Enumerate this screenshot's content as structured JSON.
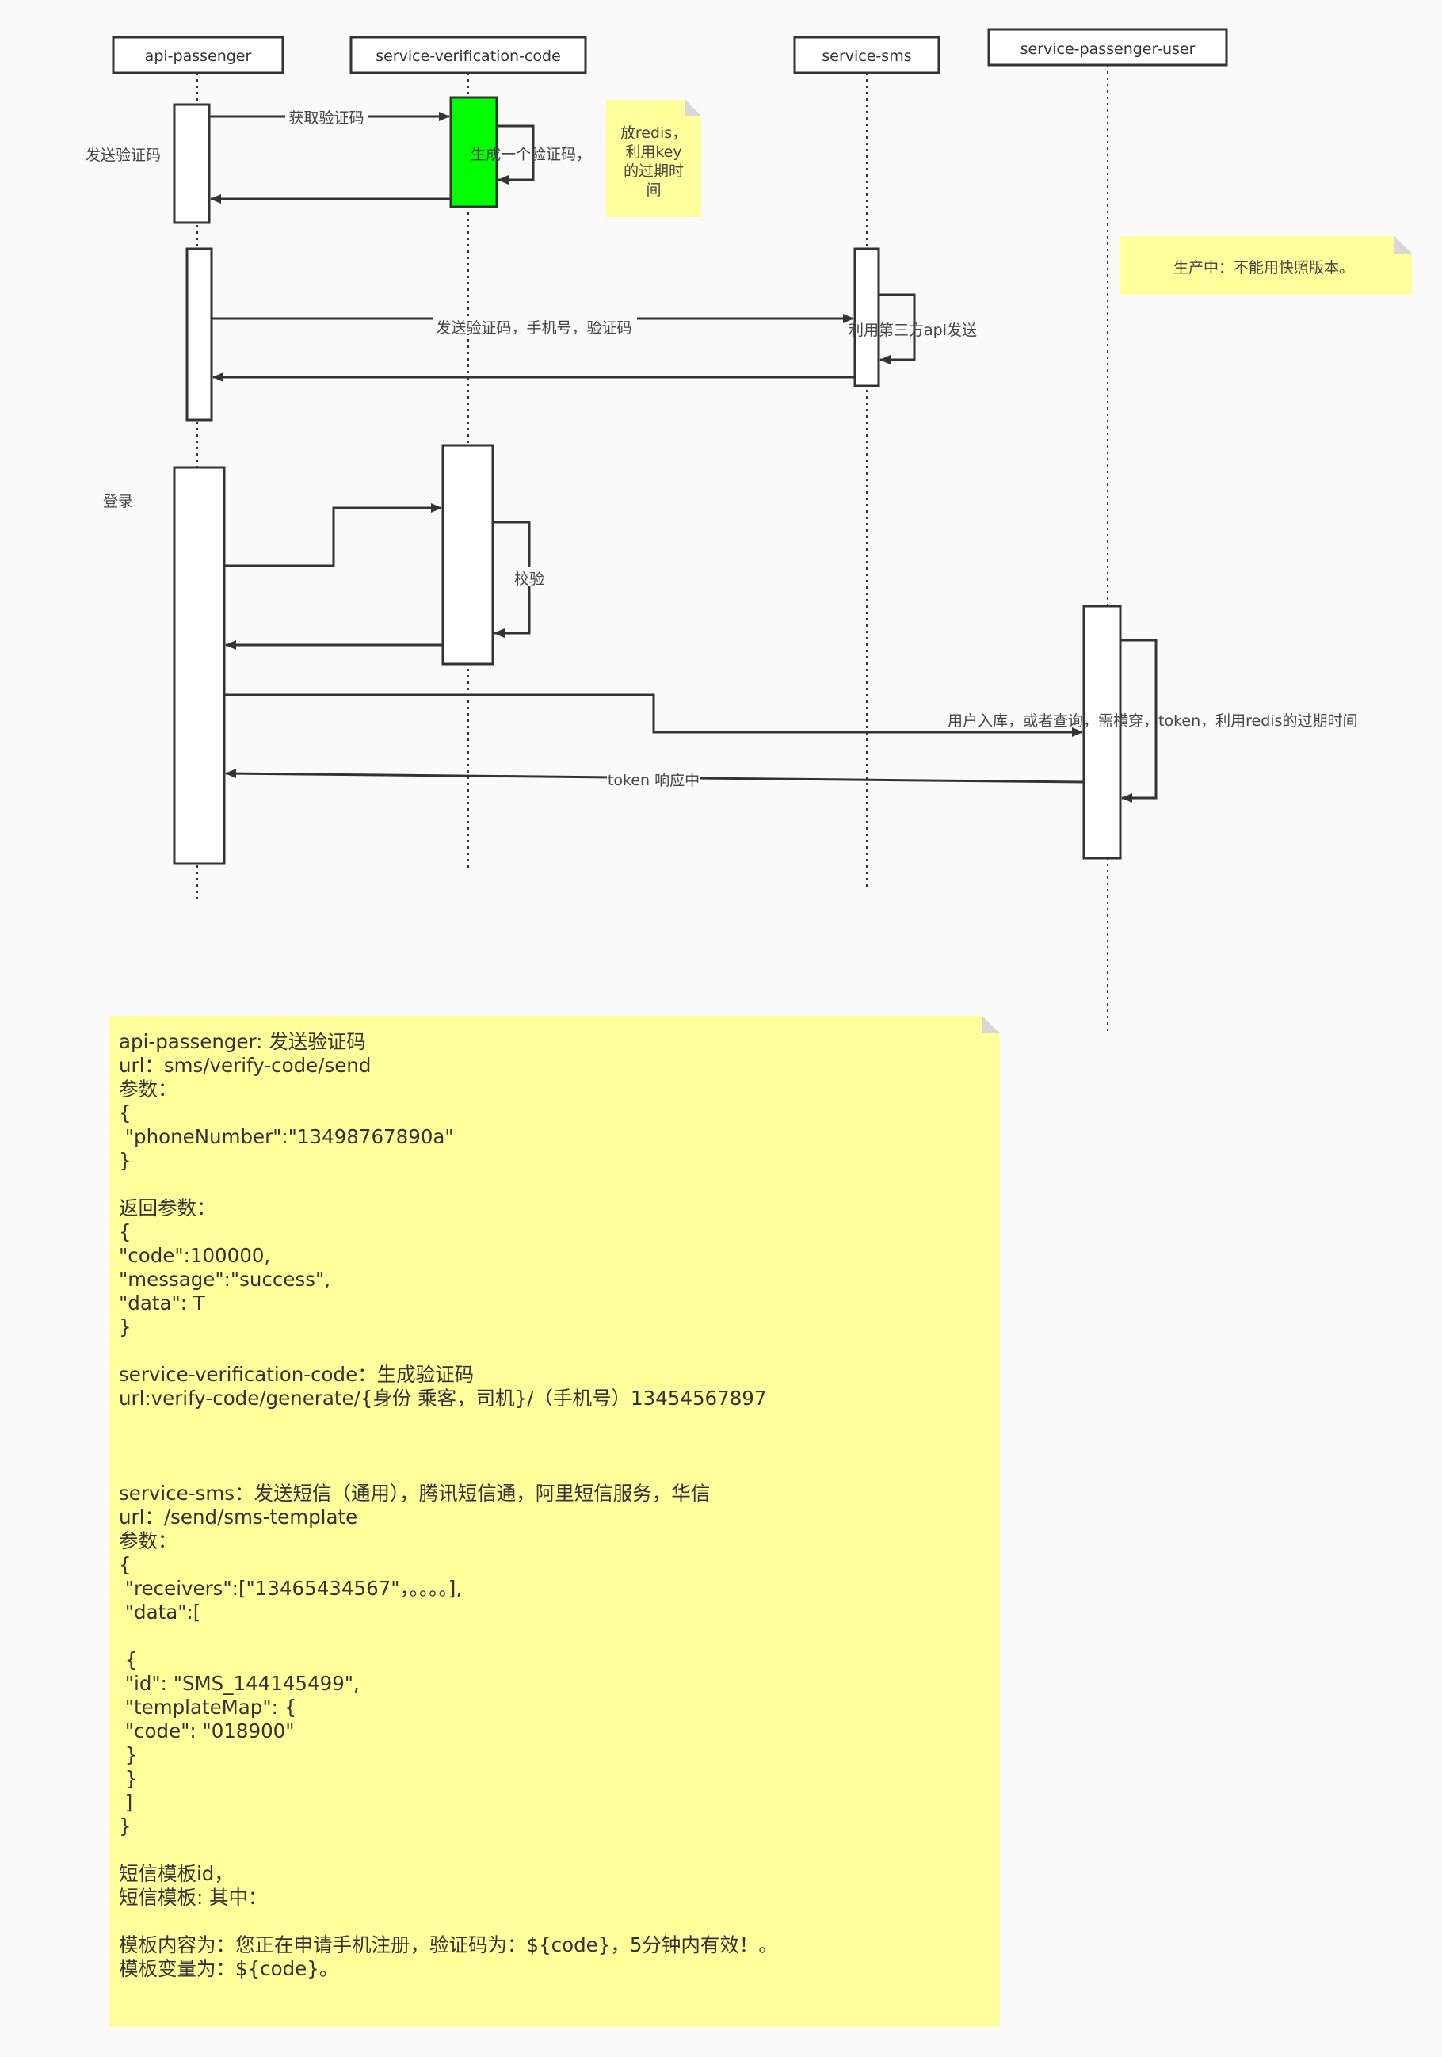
{
  "participants": [
    {
      "id": "api",
      "label": "api-passenger"
    },
    {
      "id": "svc",
      "label": "service-verification-code"
    },
    {
      "id": "sms",
      "label": "service-sms"
    },
    {
      "id": "user",
      "label": "service-passenger-user"
    }
  ],
  "messages": {
    "get_code": "获取验证码",
    "generate_code": "生成一个验证码，",
    "send_sms": "发送验证码，手机号，验证码",
    "third_party": "利用第三方api发送",
    "verify": "校验",
    "user_store": "用户入库，或者查询，需横穿，token，利用redis的过期时间",
    "token_resp": "token 响应中"
  },
  "side_labels": {
    "send_code": "发送验证码",
    "login": "登录"
  },
  "notes": {
    "redis": [
      "放redis，",
      "利用key",
      "的过期时",
      "间"
    ],
    "production": "生产中：不能用快照版本。"
  },
  "doc_note": {
    "lines": [
      "api-passenger: 发送验证码",
      "url：sms/verify-code/send",
      "参数：",
      "{",
      " \"phoneNumber\":\"13498767890a\"",
      "}",
      "",
      "返回参数：",
      "{",
      "\"code\":100000,",
      "\"message\":\"success\",",
      "\"data\": T",
      "}",
      "",
      "service-verification-code：生成验证码",
      "url:verify-code/generate/{身份 乘客，司机}/（手机号）13454567897",
      "",
      "",
      "",
      "service-sms：发送短信（通用），腾讯短信通，阿里短信服务，华信",
      "url：/send/sms-template",
      "参数：",
      "{",
      " \"receivers\":[\"13465434567\"，。。。。],",
      " \"data\":[",
      "",
      " {",
      " \"id\": \"SMS_144145499\",",
      " \"templateMap\": {",
      " \"code\": \"018900\"",
      " }",
      " }",
      " ]",
      "}",
      "",
      "短信模板id，",
      "短信模板: 其中：",
      "",
      "模板内容为：您正在申请手机注册，验证码为：${code}，5分钟内有效！。",
      "模板变量为：${code}。"
    ]
  },
  "colors": {
    "note_fill": "#ffff9c",
    "note_fold": "#d8d8d8",
    "active_green": "#00ff00",
    "line": "#333333"
  }
}
